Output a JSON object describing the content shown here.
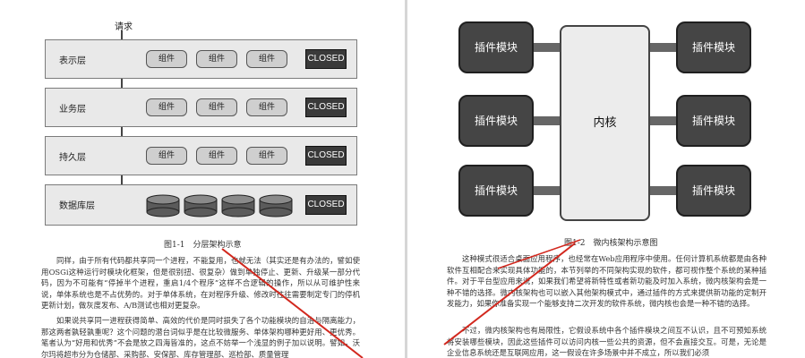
{
  "left": {
    "request_label": "请求",
    "layers": [
      {
        "name": "表示层",
        "components": [
          "组件",
          "组件",
          "组件"
        ],
        "closed": "CLOSED"
      },
      {
        "name": "业务层",
        "components": [
          "组件",
          "组件",
          "组件"
        ],
        "closed": "CLOSED"
      },
      {
        "name": "持久层",
        "components": [
          "组件",
          "组件",
          "组件"
        ],
        "closed": "CLOSED"
      },
      {
        "name": "数据库层",
        "closed": "CLOSED"
      }
    ],
    "caption": "图1-1　分层架构示意",
    "paragraphs": [
      "同样，由于所有代码都共享同一个进程，不能复用，也就无法（其实还是有办法的，譬如使用OSGi这种运行时模块化框架，但是很别扭、很复杂）做到单独停止、更新、升级某一部分代码，因为不可能有“停掉半个进程，重启1/4个程序”这样不合逻辑的操作，所以从可维护性来说，单体系统也是不占优势的。对于单体系统，在对程序升级、修改时往往需要制定专门的停机更新计划，做灰度发布、A/B测试也相对更复杂。",
      "如果说共享同一进程获得简单、高效的代价是同时损失了各个功能模块的自治与隔离能力，那这两者孰轻孰重呢？这个问题的潜台词似乎是在比较微服务、单体架构哪种更好用、更优秀。笔者认为“好用和优秀”不会是放之四海皆准的，这点不妨举一个浅显的例子加以说明。譬如，沃尔玛将超市分为仓储部、采购部、安保部、库存管理部、巡检部、质量管理"
    ]
  },
  "right": {
    "plugin_label": "插件模块",
    "kernel_label": "内核",
    "caption": "图1-2　微内核架构示意图",
    "paragraphs": [
      "这种模式很适合桌面应用程序，也经常在Web应用程序中使用。任何计算机系统都是由各种软件互相配合来实现具体功能的，本节列举的不同架构实现的软件，都可视作整个系统的某种插件。对于平台型应用来说，如果我们希望将新特性或者新功能及时加入系统，微内核架构会是一种不错的选择。微内核架构也可以嵌入其他架构模式中，通过插件的方式来提供新功能的定制开发能力，如果你准备实现一个能够支持二次开发的软件系统，微内核也会是一种不错的选择。",
      "不过，微内核架构也有局限性，它假设系统中各个插件模块之间互不认识，且不可预知系统将安装哪些模块，因此这些插件可以访问内核一些公共的资源，但不会直接交互。可是，无论是企业信息系统还是互联网应用，这一假设在许多场景中并不成立，所以我们必须"
    ]
  },
  "colors": {
    "layer_bg": "#e9e9e9",
    "closed_bg": "#3a3a3a",
    "plugin_bg": "#454545",
    "kernel_bg": "#ececec",
    "annotation_red": "#d2281e"
  }
}
